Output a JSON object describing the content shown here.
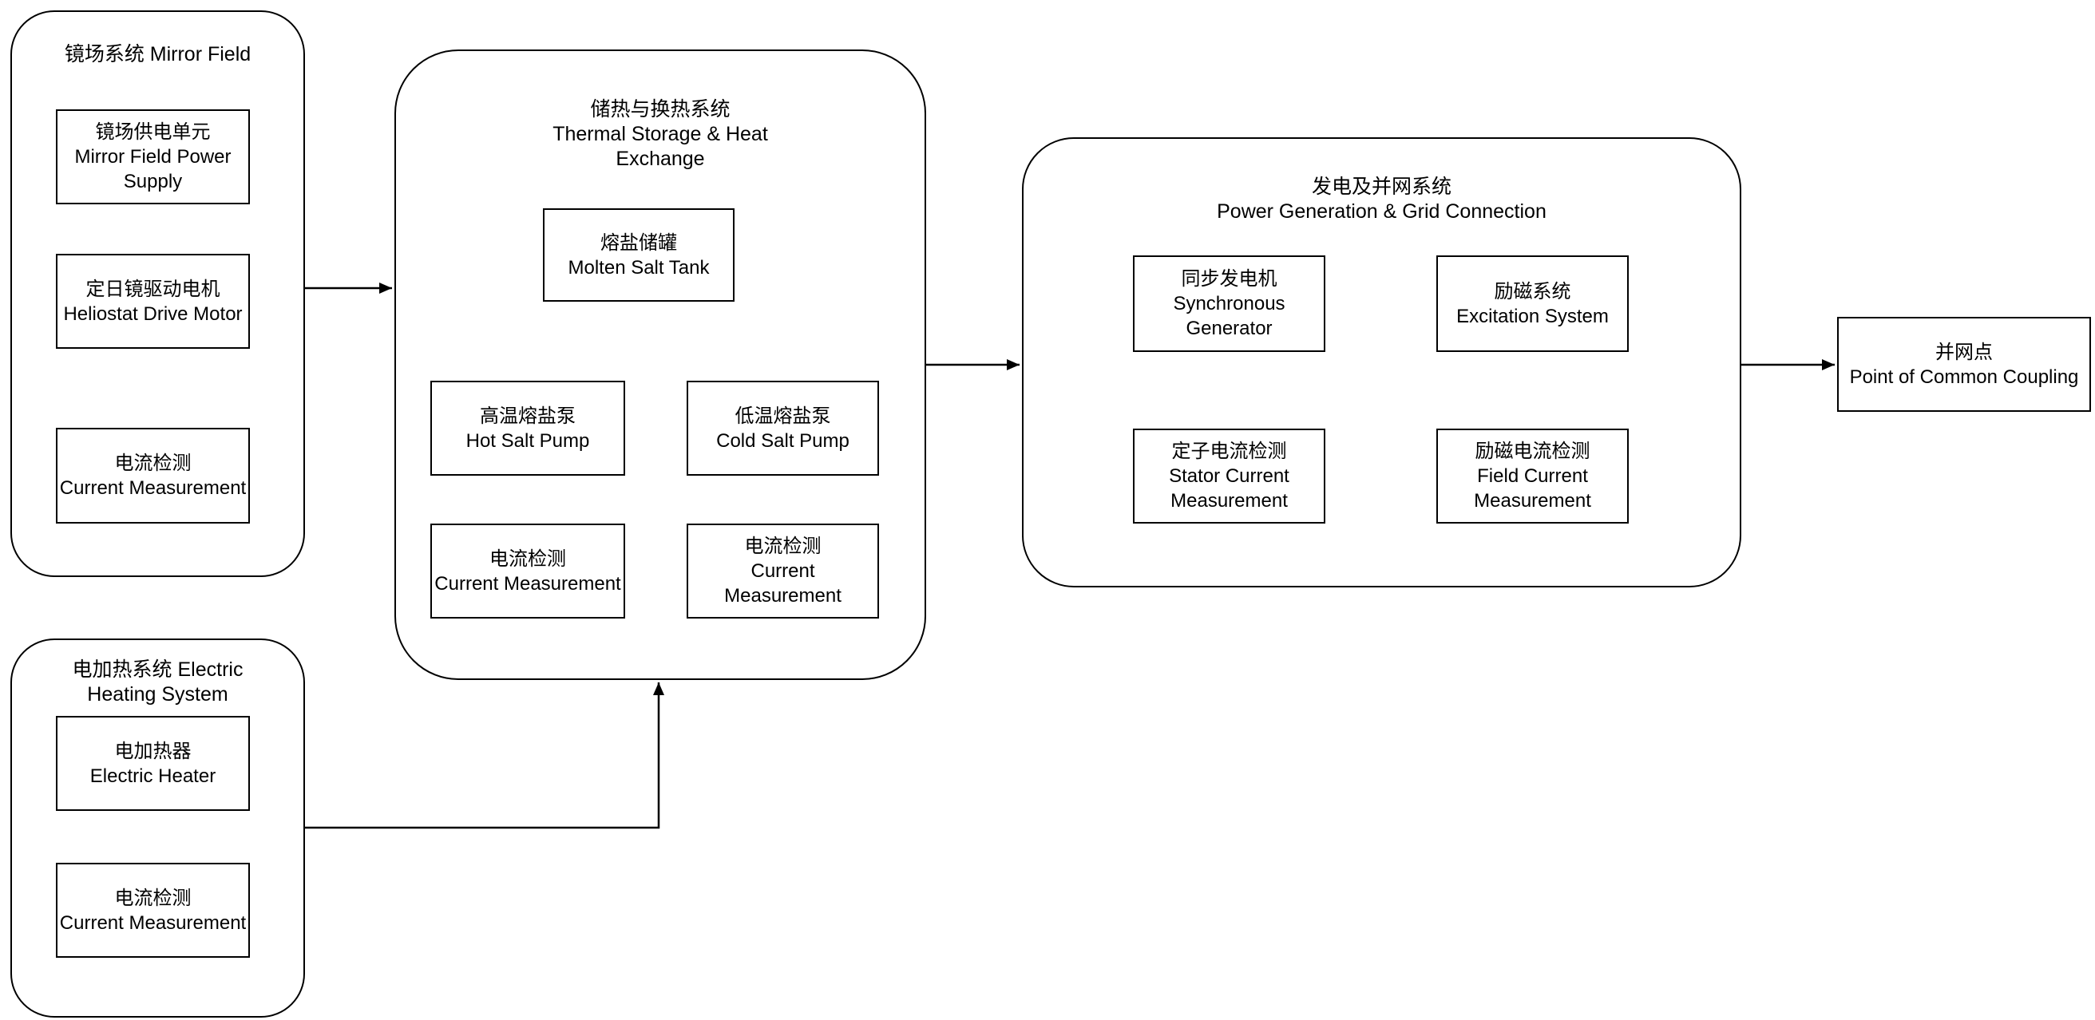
{
  "diagram": {
    "colors": {
      "background": "#ffffff",
      "stroke": "#000000",
      "text": "#000000"
    },
    "mirror_field": {
      "title": "镜场系统 Mirror Field",
      "power_supply": {
        "zh": "镜场供电单元",
        "en": "Mirror Field Power Supply"
      },
      "drive_motor": {
        "zh": "定日镜驱动电机",
        "en": "Heliostat Drive Motor"
      },
      "current_measurement": {
        "zh": "电流检测",
        "en": "Current Measurement"
      }
    },
    "electric_heating": {
      "title_lines": [
        "电加热系统 Electric",
        "Heating System"
      ],
      "heater": {
        "zh": "电加热器",
        "en": "Electric Heater"
      },
      "current_measurement": {
        "zh": "电流检测",
        "en": "Current Measurement"
      }
    },
    "thermal_storage": {
      "title_lines": [
        "储热与换热系统",
        "Thermal Storage & Heat",
        "Exchange"
      ],
      "molten_salt_tank": {
        "zh": "熔盐储罐",
        "en": "Molten Salt Tank"
      },
      "hot_salt_pump": {
        "zh": "高温熔盐泵",
        "en": "Hot Salt Pump"
      },
      "cold_salt_pump": {
        "zh": "低温熔盐泵",
        "en": "Cold Salt Pump"
      },
      "hot_pump_current_measurement": {
        "zh": "电流检测",
        "en": "Current Measurement"
      },
      "cold_pump_current_measurement": {
        "zh": "电流检测",
        "en": "Current Measurement"
      }
    },
    "power_generation": {
      "title_lines": [
        "发电及并网系统",
        "Power Generation & Grid Connection"
      ],
      "synchronous_generator": {
        "zh": "同步发电机",
        "en": "Synchronous Generator"
      },
      "excitation_system": {
        "zh": "励磁系统",
        "en": "Excitation System"
      },
      "stator_current_measurement": {
        "zh": "定子电流检测",
        "en": "Stator Current Measurement"
      },
      "field_current_measurement": {
        "zh": "励磁电流检测",
        "en": "Field Current Measurement"
      }
    },
    "grid_point": {
      "zh": "并网点",
      "en": "Point of Common Coupling"
    }
  }
}
